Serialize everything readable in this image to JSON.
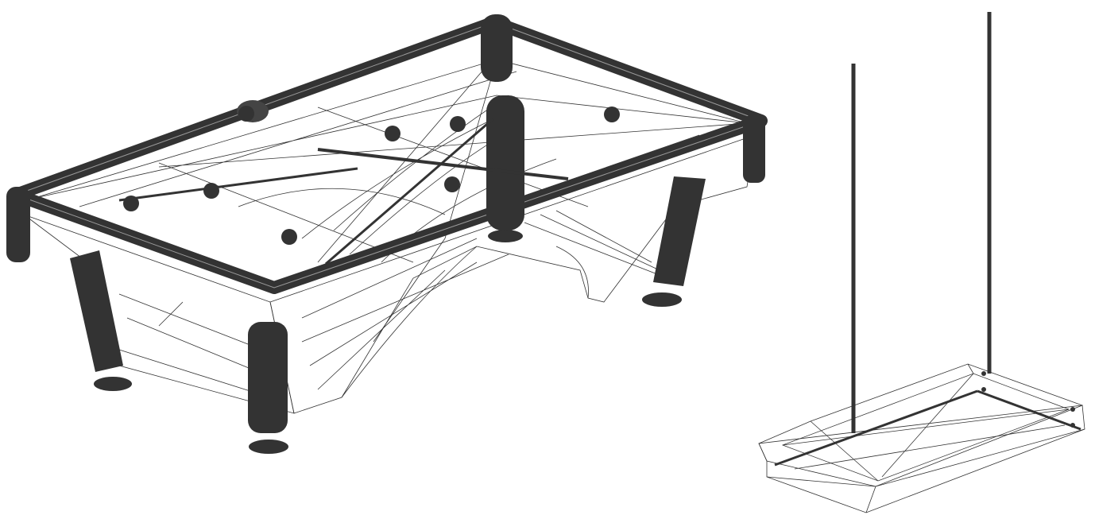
{
  "colors": {
    "line": "#333333",
    "background": "#ffffff"
  },
  "objects": [
    {
      "id": "pool-table",
      "balls": 8,
      "cues": 2,
      "legs": 4
    },
    {
      "id": "pendant-lamp",
      "poles": 2
    }
  ]
}
